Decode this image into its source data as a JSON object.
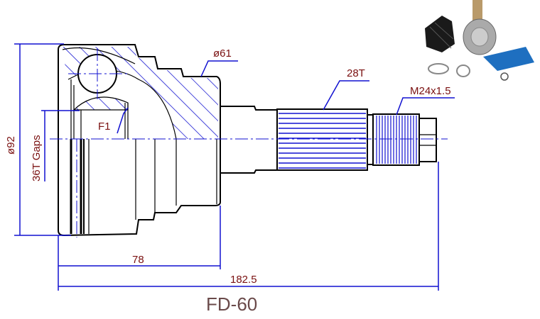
{
  "part_number": "FD-60",
  "dimensions": {
    "outer_diameter": "ø92",
    "inner_gaps": "36T Gaps",
    "neck_diameter": "ø61",
    "shaft_spline": "28T",
    "thread": "M24x1.5",
    "bearing_label": "F1",
    "body_length": "78",
    "overall_length": "182.5"
  },
  "colors": {
    "dimension_lines": "#1010d0",
    "label_text": "#7a1010"
  }
}
